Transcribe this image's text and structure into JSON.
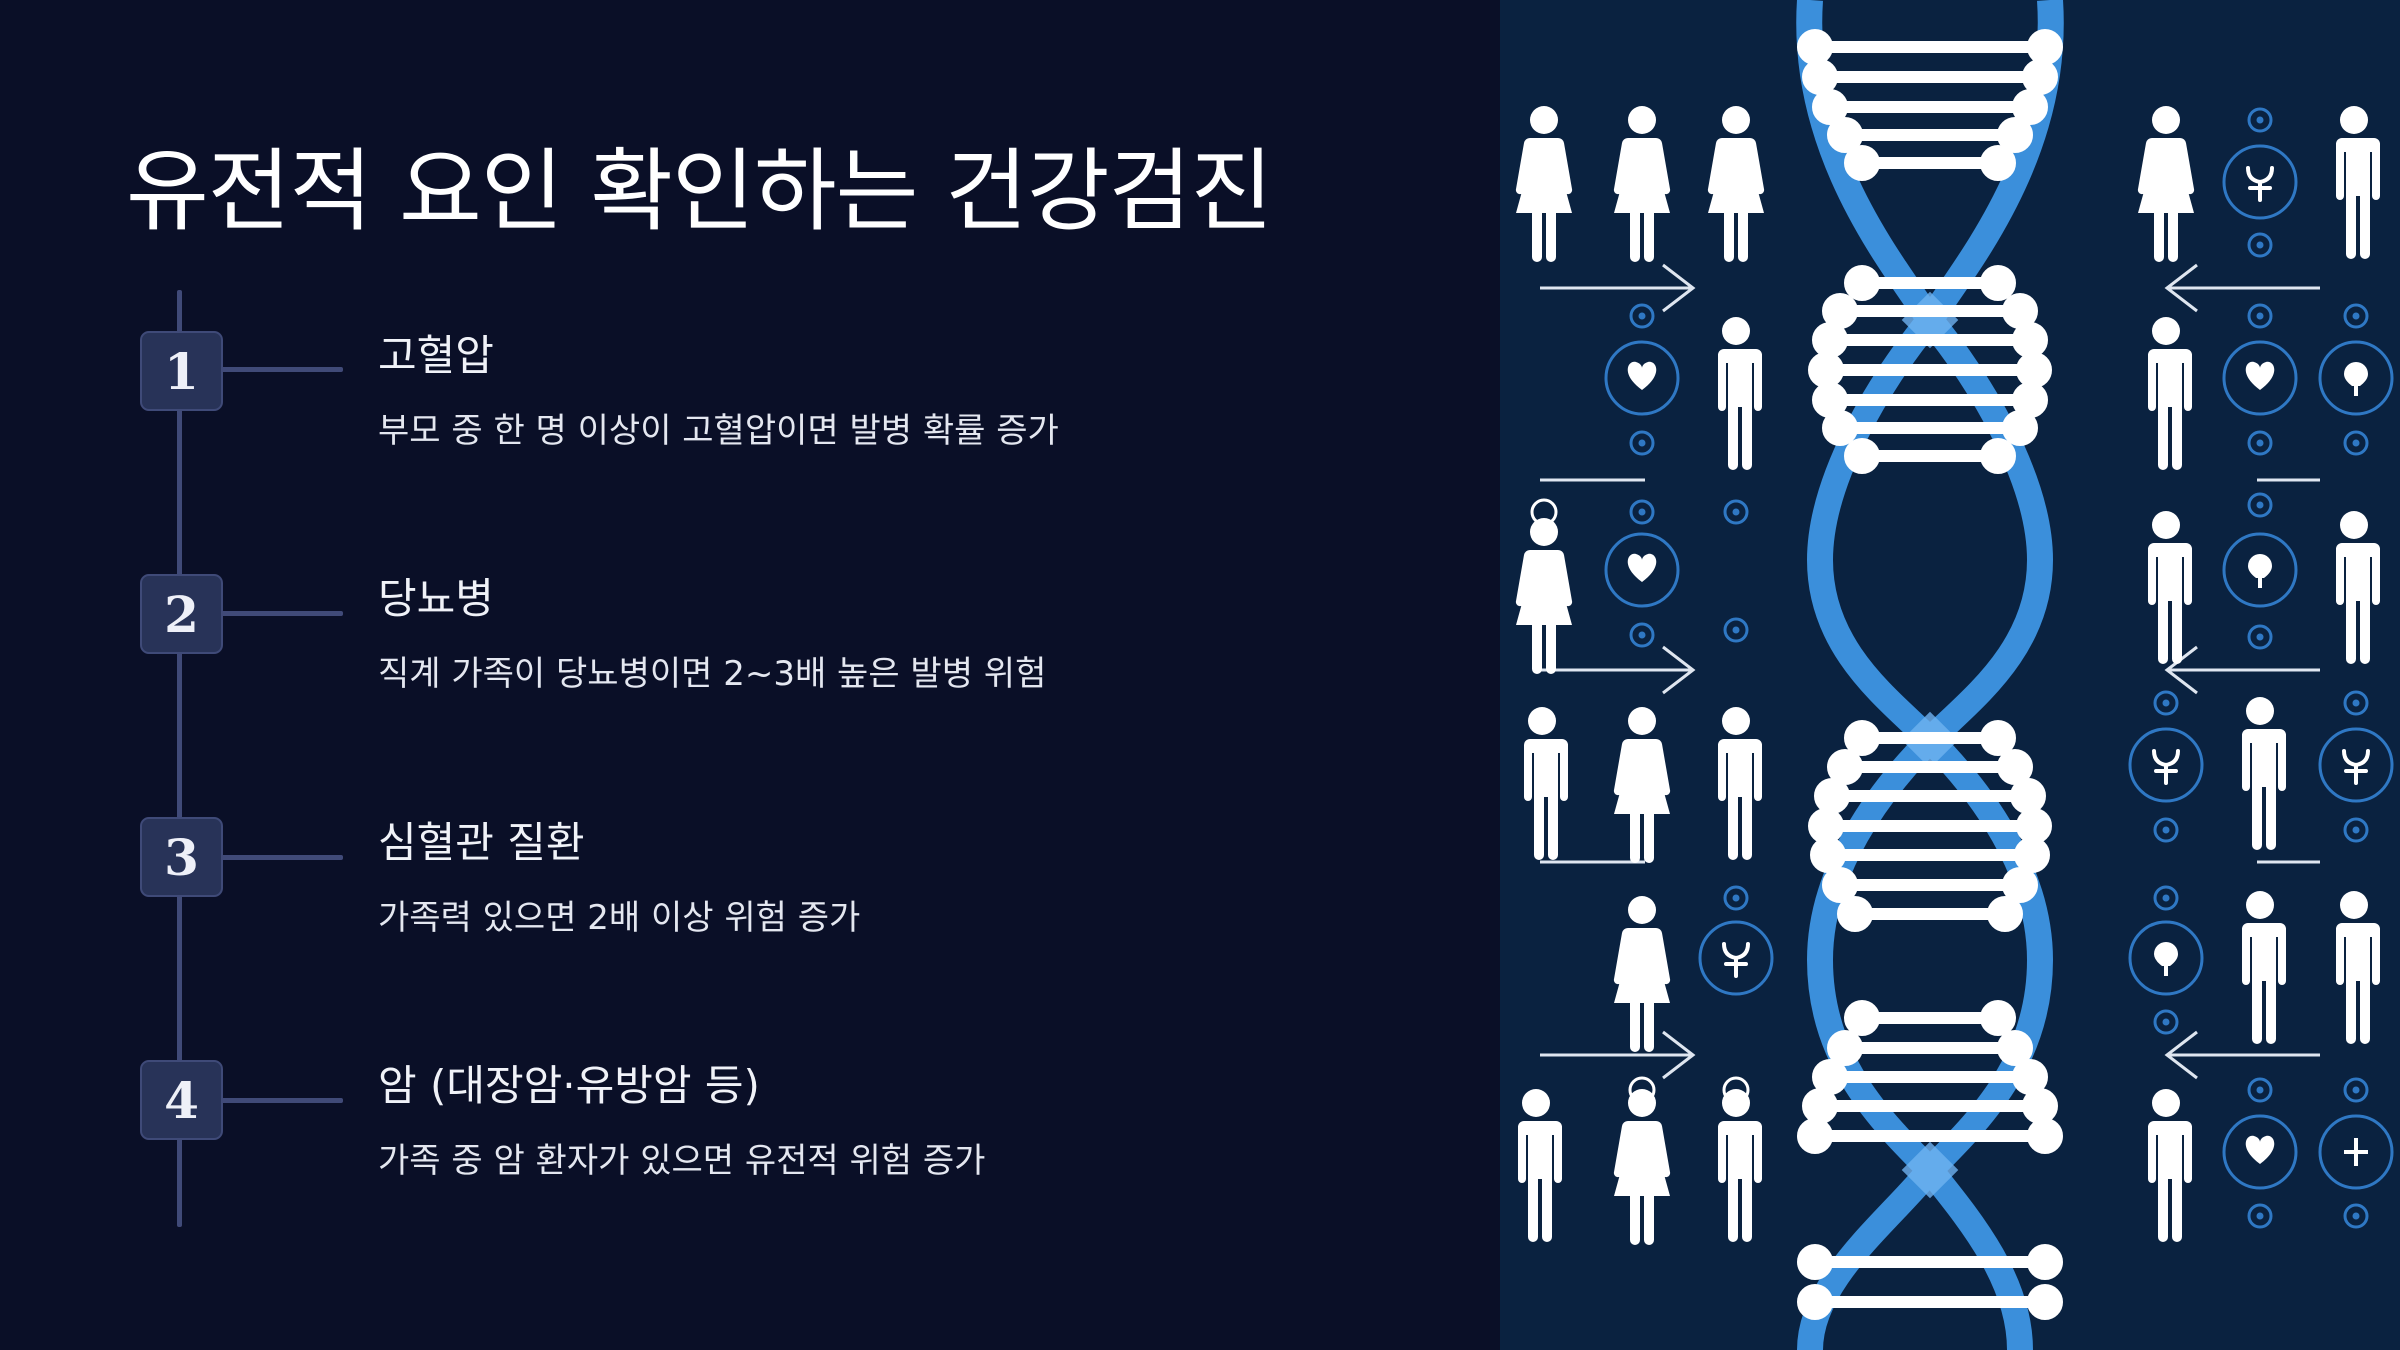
{
  "slide": {
    "title": "유전적 요인 확인하는 건강검진",
    "colors": {
      "background": "#0a0f27",
      "box_fill": "#283358",
      "line": "#404a78",
      "image_bg": "#0a2240",
      "dna_blue": "#3b8fdb",
      "text": "#ffffff"
    },
    "steps": [
      {
        "number": "1",
        "heading": "고혈압",
        "description": "부모 중 한 명 이상이 고혈압이면 발병 확률 증가"
      },
      {
        "number": "2",
        "heading": "당뇨병",
        "description": "직계 가족이 당뇨병이면 2~3배 높은 발병 위험"
      },
      {
        "number": "3",
        "heading": "심혈관 질환",
        "description": "가족력 있으면 2배 이상 위험 증가"
      },
      {
        "number": "4",
        "heading": "암 (대장암·유방암 등)",
        "description": "가족 중 암 환자가 있으면 유전적 위험 증가"
      }
    ],
    "illustration": {
      "subject": "dna-double-helix-with-family-figures",
      "icons": [
        "person-icon",
        "heart-icon",
        "gene-symbol-icon",
        "arrow-icon",
        "target-dot-icon"
      ]
    }
  }
}
